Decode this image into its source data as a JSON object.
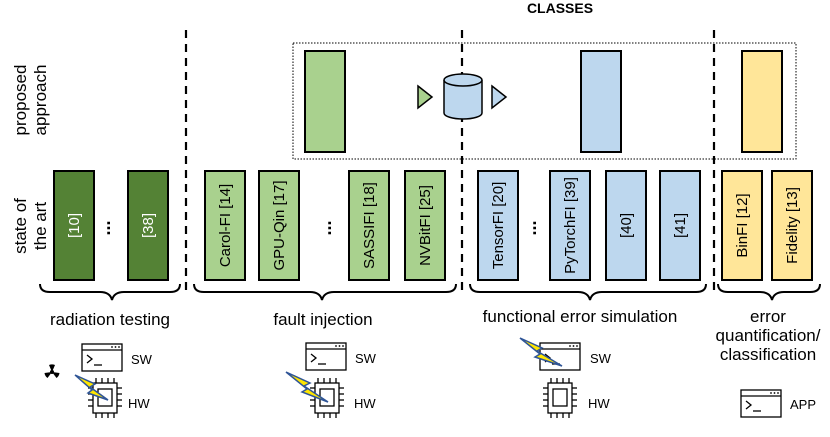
{
  "title": "CLASSES",
  "row_labels": {
    "proposed": [
      "proposed",
      "approach"
    ],
    "state_of_art": [
      "state of",
      "the art"
    ]
  },
  "ellipsis": "...",
  "columns": [
    {
      "id": "radiation",
      "label_lines": [
        "radiation testing"
      ],
      "color": "#548235",
      "items": [
        "[10]",
        "[38]"
      ]
    },
    {
      "id": "fault-injection",
      "label_lines": [
        "fault injection"
      ],
      "color": "#a9d18e",
      "items": [
        "Carol-FI [14]",
        "GPU-Qin [17]",
        "SASSIFI [18]",
        "NVBitFI [25]"
      ]
    },
    {
      "id": "functional-error-simulation",
      "label_lines": [
        "functional error simulation"
      ],
      "color": "#bdd7ee",
      "items": [
        "TensorFI [20]",
        "PyTorchFI [39]",
        "[40]",
        "[41]"
      ]
    },
    {
      "id": "error-quantification",
      "label_lines": [
        "error",
        "quantification/",
        "classification"
      ],
      "color": "#ffe699",
      "items": [
        "BinFI [12]",
        "Fidelity [13]"
      ]
    }
  ],
  "layer_labels": {
    "sw": "SW",
    "hw": "HW",
    "app": "APP"
  },
  "icons": {
    "terminal": "terminal-window-icon",
    "chip": "microchip-icon",
    "lightning": "lightning-bolt-icon",
    "radiation": "radiation-icon",
    "database": "database-cylinder-icon",
    "arrow": "triangle-arrow-icon"
  },
  "colors": {
    "dark_green": "#548235",
    "light_green": "#a9d18e",
    "light_blue": "#bdd7ee",
    "light_yellow": "#ffe699",
    "lightning_fill": "#ffe600",
    "lightning_stroke": "#2f5597",
    "outline": "#000000"
  }
}
